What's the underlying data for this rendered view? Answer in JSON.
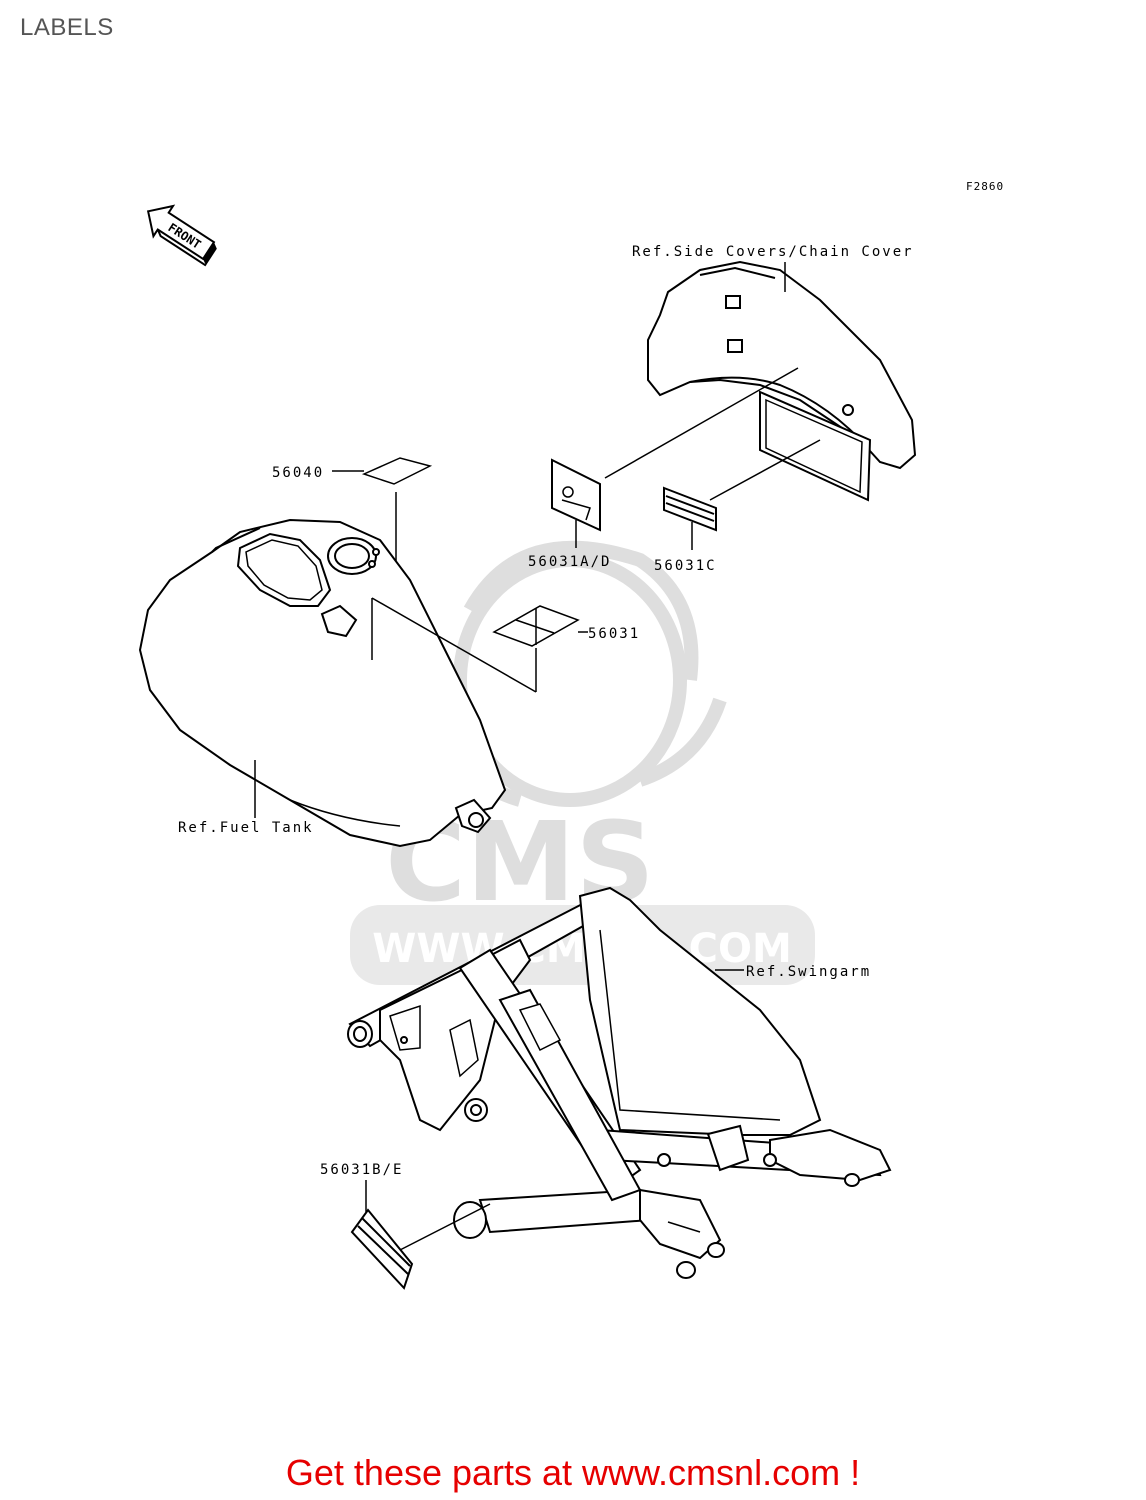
{
  "page_title": "LABELS",
  "figure_code": "F2860",
  "front_marker": "FRONT",
  "labels": {
    "side_covers": "Ref.Side Covers/Chain Cover",
    "fuel_tank": "Ref.Fuel Tank",
    "swingarm": "Ref.Swingarm",
    "p56040": "56040",
    "p56031": "56031",
    "p56031ad": "56031A/D",
    "p56031c": "56031C",
    "p56031be": "56031B/E"
  },
  "watermark": {
    "brand": "CMS",
    "url": "WWW.CMSNL.COM"
  },
  "footer": "Get these parts at www.cmsnl.com !",
  "colors": {
    "footer": "#e60000",
    "watermark": "#dedede",
    "line": "#000000"
  }
}
